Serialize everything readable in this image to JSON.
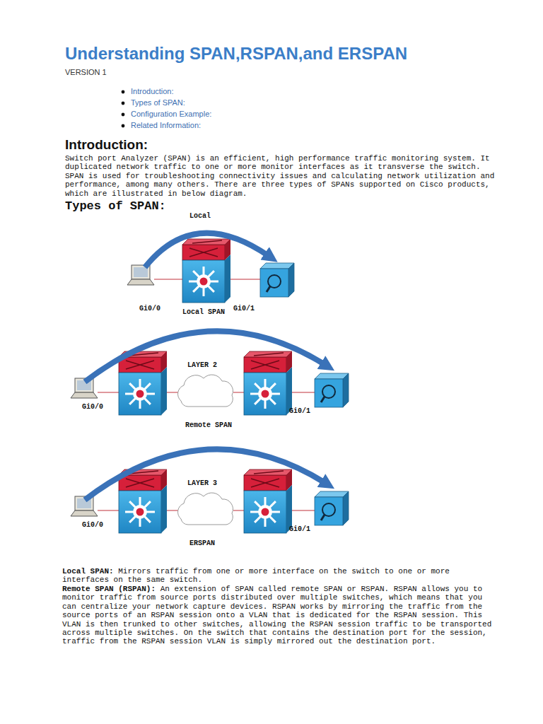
{
  "diagram": {
    "title": "Understanding SPAN,RSPAN,and ERSPAN",
    "labels": [
      "VERSION 1",
      "Introduction:",
      "Types of SPAN:",
      "Configuration Example:",
      "Related Information:",
      "Introduction:",
      "Switch port Analyzer (SPAN) is an efficient, high performance traffic monitoring system. It duplicated network traffic to one or more monitor interfaces as it transverse the switch. SPAN is used for troubleshooting connectivity issues and calculating network utilization and performance, among many others. There are three types of SPANs supported on Cisco products, which are illustrated in below diagram.",
      "Types of SPAN:",
      "Local",
      "Gi0/0",
      "Gi0/1",
      "Local SPAN",
      "LAYER 2",
      "Gi0/0",
      "Gi0/1",
      "Remote SPAN",
      "LAYER 3",
      "Gi0/0",
      "Gi0/1",
      "ERSPAN",
      "Local SPAN:",
      "Mirrors traffic from one or more interface on the switch to one or more interfaces on the same switch.",
      "Remote SPAN (RSPAN):",
      "An extension of SPAN called remote SPAN or RSPAN. RSPAN allows you to monitor traffic from source ports distributed over multiple switches, which means that you can centralize your network capture devices. RSPAN works by mirroring the traffic from the source ports of an RSPAN session onto a VLAN that is dedicated for the RSPAN session. This VLAN is then trunked to other switches, allowing the RSPAN session traffic to be transported across multiple switches. On the switch that contains the destination port for the session, traffic from the RSPAN session VLAN is simply mirrored out the destination port."
    ]
  }
}
